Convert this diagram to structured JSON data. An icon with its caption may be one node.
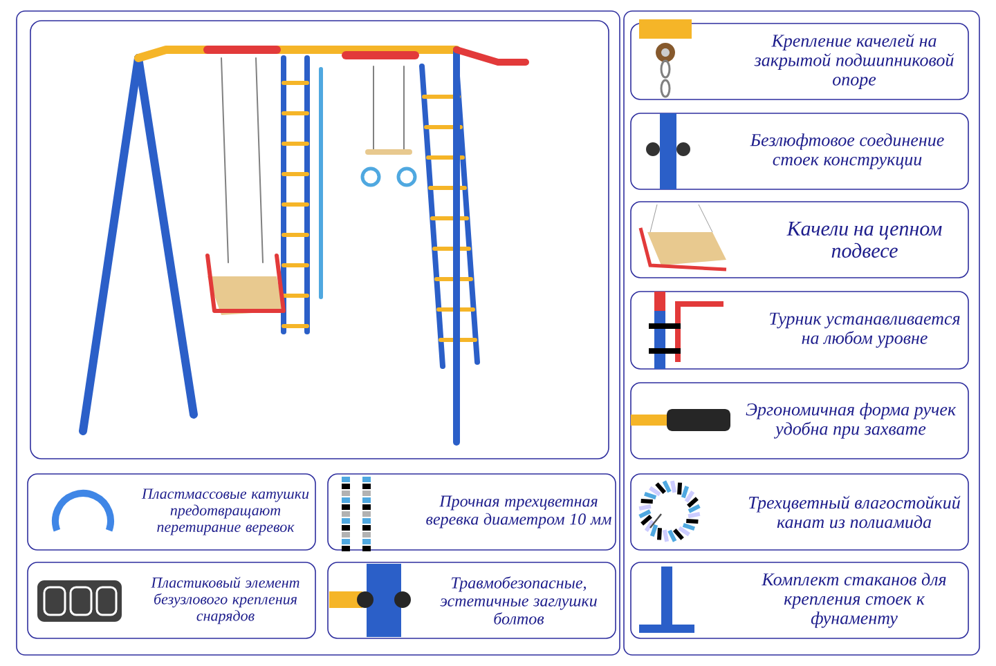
{
  "diagram": {
    "nodes": [
      {
        "text": [
          "Крепление качелей на закрытой подшипниковой опоре"
        ]
      },
      {
        "text": [
          "Безлюфтовое соединение стоек конструкции"
        ]
      },
      {
        "text": [
          "Качели на цепном подвесе"
        ]
      },
      {
        "text": [
          "Турник устанавливается на любом уровне"
        ]
      },
      {
        "text": [
          "Эргономичная форма ручек удобна при захвате"
        ]
      },
      {
        "text": [
          "Пластмассовые катушки предотвращают перетирание веревок"
        ]
      },
      {
        "text": [
          "Прочная трехцветная веревка диаметром 10 мм"
        ]
      },
      {
        "text": [
          "Трехцветный влагостойкий канат из полиамида"
        ]
      },
      {
        "text": [
          "Пластиковый элемент безузлового крепления снарядов"
        ]
      },
      {
        "text": [
          "Травмобезопасные, эстетичные заглушки болтов"
        ]
      },
      {
        "text": [
          "Комплект стаканов для крепления стоек к фунаменту"
        ]
      }
    ]
  }
}
